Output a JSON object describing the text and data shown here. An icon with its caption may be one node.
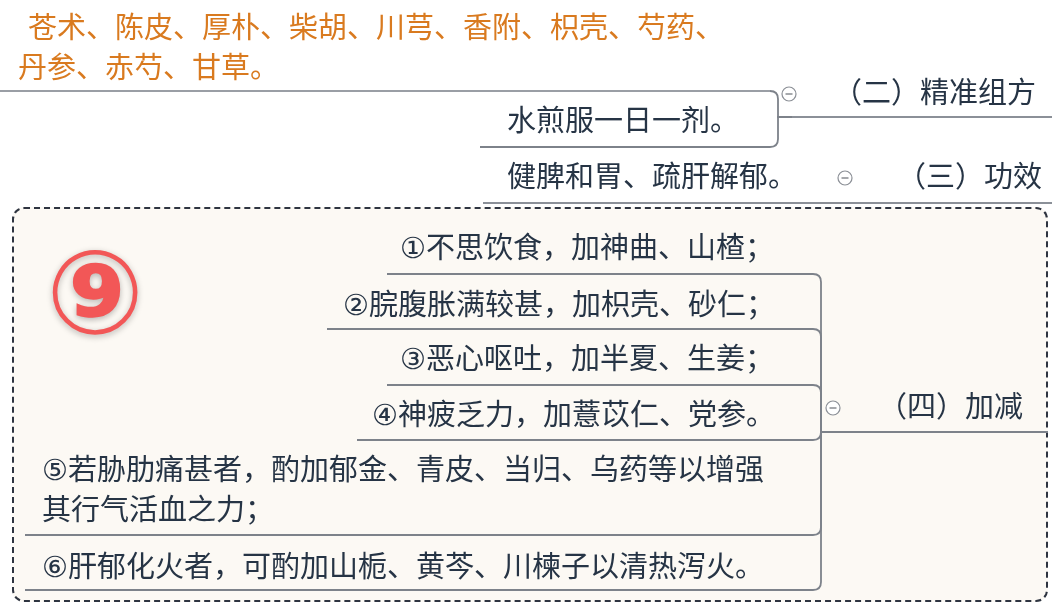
{
  "diagram": {
    "nodes": [
      {
        "text": [
          "苍术、陈皮、厚朴、柴胡、川芎、香附、枳壳、芍药、丹参、赤芍、甘草。"
        ]
      },
      {
        "text": [
          "水煎服一日一剂。"
        ]
      },
      {
        "text": [
          "（二）精准组方"
        ]
      },
      {
        "text": [
          "健脾和胃、疏肝解郁。"
        ]
      },
      {
        "text": [
          "（三）功效"
        ]
      },
      {
        "text": [
          "⑨"
        ]
      },
      {
        "text": [
          "（四）加减"
        ],
        "in": 5
      },
      {
        "text": [
          "①不思饮食，加神曲、山楂；"
        ],
        "in": 5
      },
      {
        "text": [
          "②脘腹胀满较甚，加枳壳、砂仁；"
        ],
        "in": 5
      },
      {
        "text": [
          "③恶心呕吐，加半夏、生姜；"
        ],
        "in": 5
      },
      {
        "text": [
          "④神疲乏力，加薏苡仁、党参。"
        ],
        "in": 5
      },
      {
        "text": [
          "⑤若胁肋痛甚者，酌加郁金、青皮、当归、乌药等以增强其行气活血之力；"
        ],
        "in": 5
      },
      {
        "text": [
          "⑥肝郁化火者，可酌加山栀、黄芩、川楝子以清热泻火。"
        ],
        "in": 5
      }
    ],
    "edges": [
      {
        "from": 2,
        "to": 0,
        "arrow": "none"
      },
      {
        "from": 2,
        "to": 1,
        "arrow": "none"
      },
      {
        "from": 4,
        "to": 3,
        "arrow": "none"
      },
      {
        "from": 6,
        "to": 7,
        "arrow": "none"
      },
      {
        "from": 6,
        "to": 8,
        "arrow": "none"
      },
      {
        "from": 6,
        "to": 9,
        "arrow": "none"
      },
      {
        "from": 6,
        "to": 10,
        "arrow": "none"
      },
      {
        "from": 6,
        "to": 11,
        "arrow": "none"
      },
      {
        "from": 6,
        "to": 12,
        "arrow": "none"
      }
    ]
  }
}
